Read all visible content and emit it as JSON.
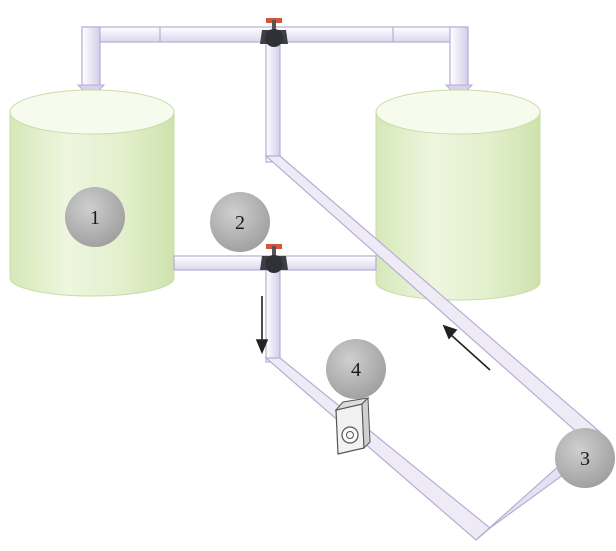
{
  "diagram": {
    "labels": [
      {
        "id": "tank-left",
        "text": "1"
      },
      {
        "id": "valve-bottom",
        "text": "2"
      },
      {
        "id": "pipe-return",
        "text": "3"
      },
      {
        "id": "pump",
        "text": "4"
      }
    ],
    "colors": {
      "tank_fill": "#e4f0cf",
      "tank_top": "#f6fbed",
      "pipe_fill": "#eeeaf6",
      "pipe_edge": "#b6aed2",
      "badge_fill": "#b9b9b9",
      "valve": "#3d3f44",
      "valve_handle": "#d6533c",
      "arrow": "#222222"
    }
  }
}
